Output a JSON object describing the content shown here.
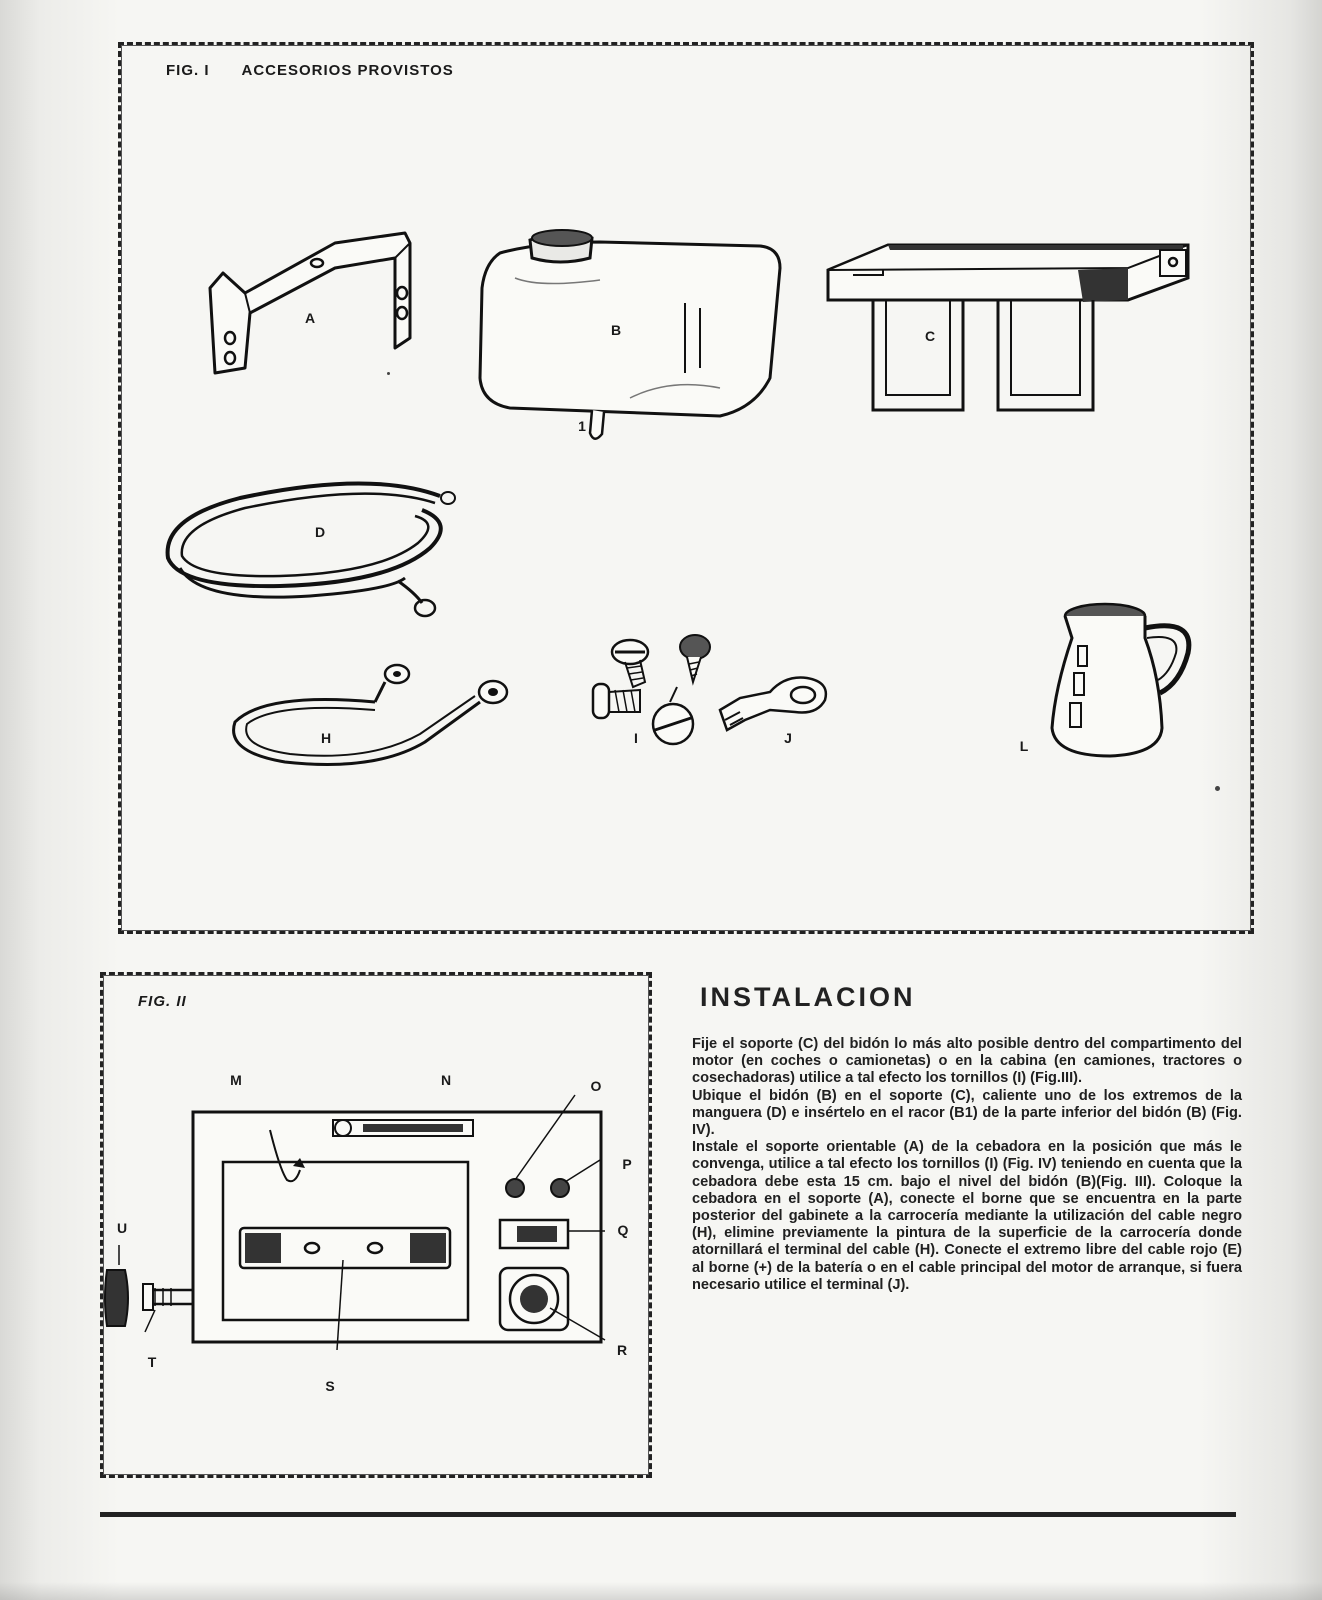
{
  "figure1": {
    "label": "FIG. I",
    "title": "ACCESORIOS PROVISTOS",
    "parts": {
      "A": "A",
      "B": "B",
      "B1": "1",
      "C": "C",
      "D": "D",
      "H": "H",
      "I": "I",
      "J": "J",
      "L": "L"
    }
  },
  "figure2": {
    "label": "FIG. II",
    "callouts": {
      "M": "M",
      "N": "N",
      "O": "O",
      "P": "P",
      "Q": "Q",
      "R": "R",
      "S": "S",
      "T": "T",
      "U": "U"
    }
  },
  "instalacion": {
    "title": "INSTALACION",
    "paragraphs": [
      "Fije el soporte (C) del bidón lo más alto posible dentro del compartimento del motor (en coches o camionetas) o en la cabina (en camiones, tractores o cosechadoras) utilice a tal efecto los tornillos (I) (Fig.III).",
      "Ubique el bidón (B) en el soporte (C), caliente uno de los extremos de la manguera (D) e insértelo en el racor (B1) de la parte inferior del bidón (B) (Fig. IV).",
      "Instale el soporte orientable (A) de la cebadora en la posición que más le convenga, utilice a tal efecto los tornillos (I) (Fig. IV) teniendo en cuenta que la cebadora debe esta 15 cm. bajo el nivel del bidón (B)(Fig. III). Coloque la cebadora en el soporte (A), conecte el borne que se encuentra en la parte posterior del gabinete a la carrocería mediante la utilización del cable negro (H), elimine previamente la pintura de la superficie de la carrocería donde atornillará el terminal del cable (H). Conecte el extremo libre del cable rojo (E) al borne (+) de la batería o en el cable principal del motor de arranque, si fuera necesario utilice el terminal (J)."
    ]
  }
}
